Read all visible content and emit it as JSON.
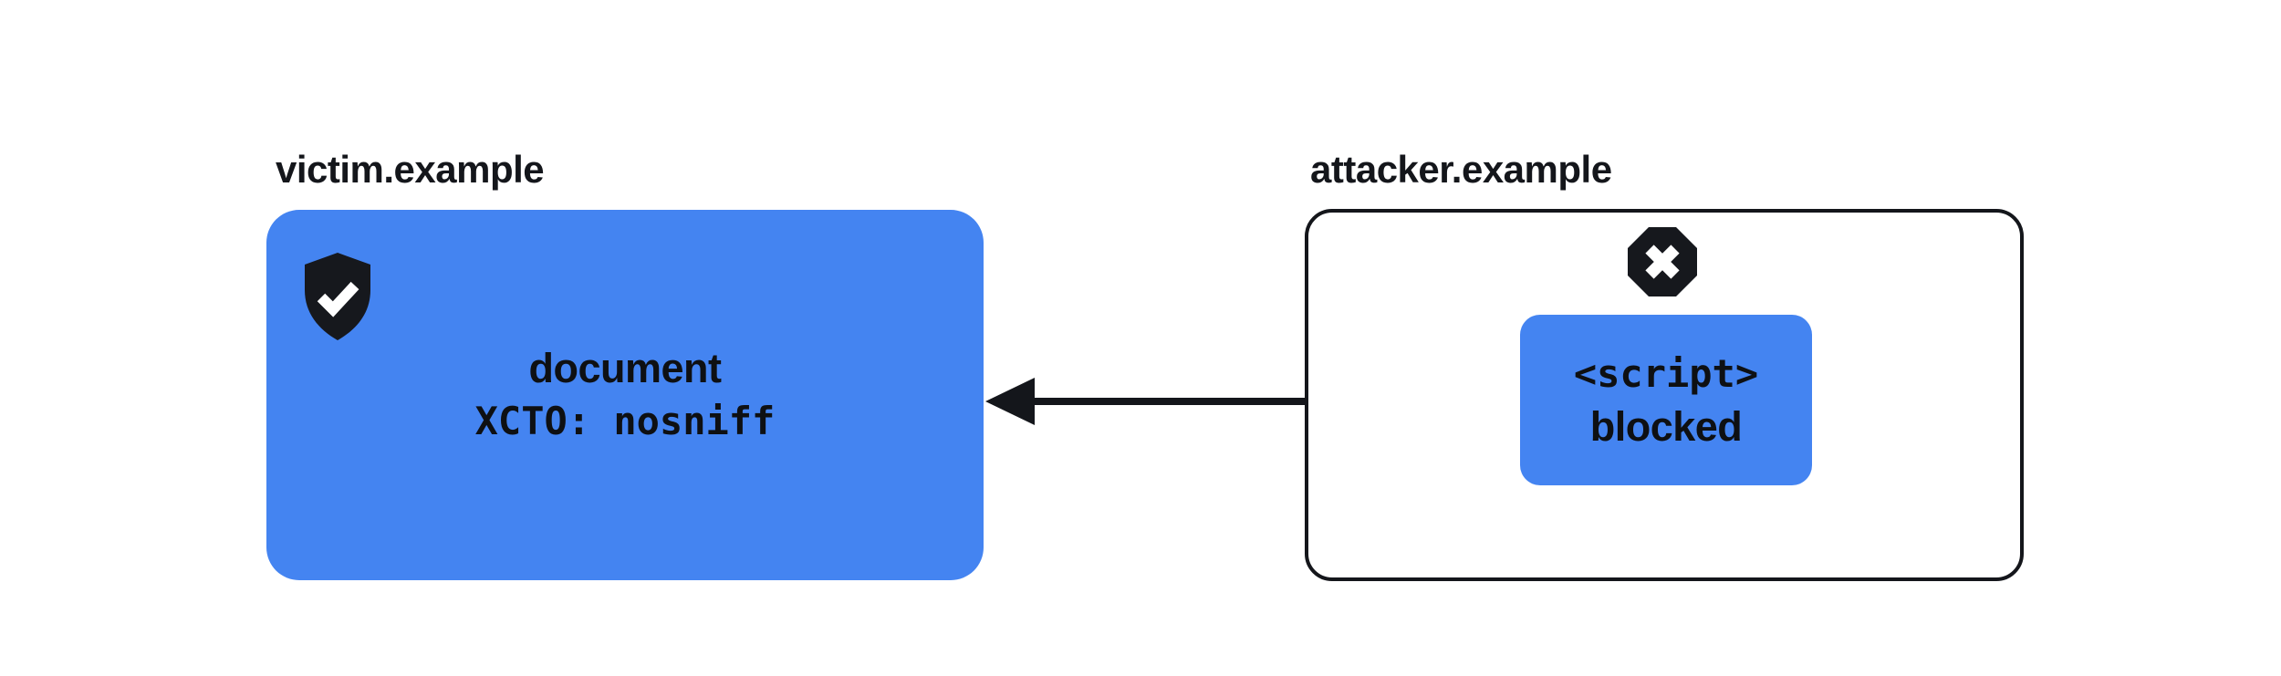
{
  "colors": {
    "blue": "#4484F1",
    "ink": "#14161B",
    "bg": "#FFFFFF"
  },
  "victim": {
    "label": "victim.example",
    "icon": "shield-check",
    "box": {
      "line1": "document",
      "line2": "XCTO: nosniff"
    }
  },
  "attacker": {
    "label": "attacker.example",
    "icon": "blocked-octagon-x",
    "box": {
      "line1": "<script>",
      "line2": "blocked"
    }
  },
  "arrow": {
    "direction": "right-to-left",
    "meaning": "response from victim.example to attacker.example script, blocked by XCTO: nosniff"
  }
}
